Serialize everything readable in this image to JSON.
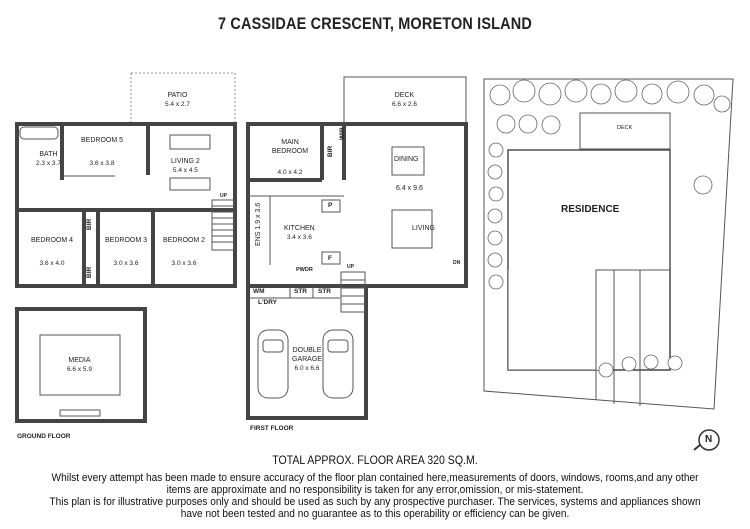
{
  "title": "7 CASSIDAE CRESCENT, MORETON ISLAND",
  "ground_floor": {
    "label": "GROUND FLOOR",
    "rooms": {
      "patio": {
        "name": "PATIO",
        "dim": "5.4 x 2.7"
      },
      "bath": {
        "name": "BATH",
        "dim": "2.3 x 3.7"
      },
      "bedroom5": {
        "name": "BEDROOM 5",
        "dim": "3.6 x 3.8"
      },
      "living2": {
        "name": "LIVING 2",
        "dim": "5.4 x 4.5"
      },
      "bedroom4": {
        "name": "BEDROOM 4",
        "dim": "3.6 x 4.0"
      },
      "bedroom3": {
        "name": "BEDROOM 3",
        "dim": "3.0 x 3.6"
      },
      "bedroom2": {
        "name": "BEDROOM 2",
        "dim": "3.0 x 3.6"
      },
      "media": {
        "name": "MEDIA",
        "dim": "6.6 x 5.9"
      }
    },
    "bir_a": "BIR",
    "bir_b": "BIR",
    "up": "UP"
  },
  "first_floor": {
    "label": "FIRST FLOOR",
    "rooms": {
      "deck": {
        "name": "DECK",
        "dim": "6.6 x 2.6"
      },
      "main_bedroom": {
        "name": "MAIN BEDROOM",
        "dim": "4.0 x 4.2"
      },
      "dining": {
        "name": "DINING"
      },
      "living": {
        "name": "LIVING"
      },
      "open_dim": "6.4 x 9.6",
      "kitchen": {
        "name": "KITCHEN",
        "dim": "3.4 x 3.6"
      },
      "ens": {
        "name": "ENS",
        "dim": "1.9 x 3.6"
      },
      "double_garage": {
        "name": "DOUBLE GARAGE",
        "dim": "6.0 x 6.6"
      }
    },
    "labels": {
      "wir": "WIR",
      "bir": "BIR",
      "pantry": "P",
      "fridge": "F",
      "pwdr": "PWDR",
      "wm": "WM",
      "ldry": "L'DRY",
      "str1": "STR",
      "str2": "STR",
      "dn": "DN",
      "up": "UP"
    }
  },
  "site_plan": {
    "deck": "DECK",
    "residence": "RESIDENCE",
    "north": "N"
  },
  "total_area": "TOTAL APPROX. FLOOR AREA  320 SQ.M.",
  "disclaimer": [
    "Whilst every attempt has been made to ensure accuracy of the floor plan contained here,measurements of doors, windows, rooms,and any other",
    "items are approximate  and no responsibility is taken for any error,omission, or mis-statement.",
    "This plan is for illustrative purposes only and should be used as such by any prospective purchaser. The services, systems and appliances shown",
    "have not been tested and no guarantee as to this operability or efficiency can be given."
  ]
}
